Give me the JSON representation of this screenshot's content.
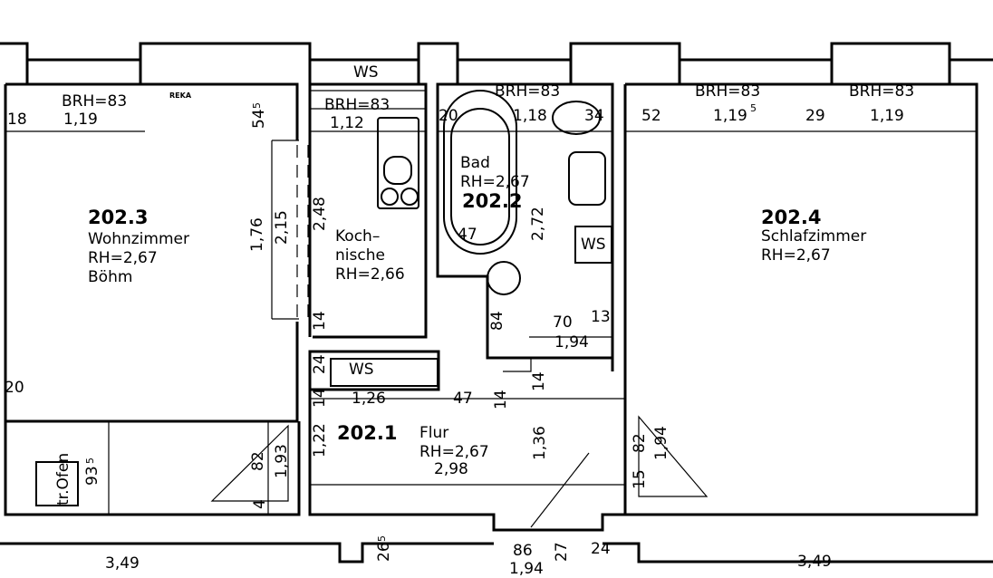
{
  "rooms": [
    {
      "id": "202.3",
      "lines": [
        "Wohnzimmer",
        "RH=2,67",
        "Böhm"
      ]
    },
    {
      "id": "202.2",
      "lines": [
        "Bad",
        "RH=2,67"
      ]
    },
    {
      "id": "202.4",
      "lines": [
        "Schlafzimmer",
        "RH=2,67"
      ]
    },
    {
      "id": "202.1",
      "lines": [
        "Flur",
        "RH=2,67",
        "2,98"
      ]
    }
  ],
  "kitchen": {
    "lines": [
      "Koch–",
      "nische",
      "RH=2,66"
    ]
  },
  "labels": {
    "ws_top": "WS",
    "ws_mid": "WS",
    "ws_bath": "WS",
    "reka": "REKA",
    "stove": "tr.Ofen",
    "brh_living": "BRH=83",
    "brh_kitchen": "BRH=83",
    "brh_bath": "BRH=83",
    "brh_bed1": "BRH=83",
    "brh_bed2": "BRH=83"
  },
  "dimensions": {
    "d_18": "18",
    "d_1_19_a": "1,19",
    "d_54": "54",
    "d_54_sup": "5",
    "d_1_12": "1,12",
    "d_20_bath": "20",
    "d_1_18": "1,18",
    "d_34": "34",
    "d_52": "52",
    "d_1_19_b": "1,19",
    "d_1_19_b_sup": "5",
    "d_29": "29",
    "d_1_19_c": "1,19",
    "d_1_76": "1,76",
    "d_2_15": "2,15",
    "d_2_48": "2,48",
    "d_47_bath": "47",
    "d_2_72": "2,72",
    "d_84": "84",
    "d_70": "70",
    "d_13": "13",
    "d_1_94_a": "1,94",
    "d_14_a": "14",
    "d_24": "24",
    "d_14_b": "14",
    "d_1_26": "1,26",
    "d_47_b": "47",
    "d_14_c": "14",
    "d_14_d": "14",
    "d_20_left": "20",
    "d_1_22": "1,22",
    "d_1_36": "1,36",
    "d_82_a": "82",
    "d_1_93": "1,93",
    "d_4": "4",
    "d_93": "93",
    "d_93_sup": "5",
    "d_82_b": "82",
    "d_1_94_b": "1,94",
    "d_15": "15",
    "d_3_49_a": "3,49",
    "d_26": "26",
    "d_26_sup": "5",
    "d_86": "86",
    "d_27": "27",
    "d_24_b": "24",
    "d_1_94_c": "1,94",
    "d_3_49_b": "3,49"
  },
  "colors": {
    "line": "#000000",
    "background": "#ffffff"
  }
}
